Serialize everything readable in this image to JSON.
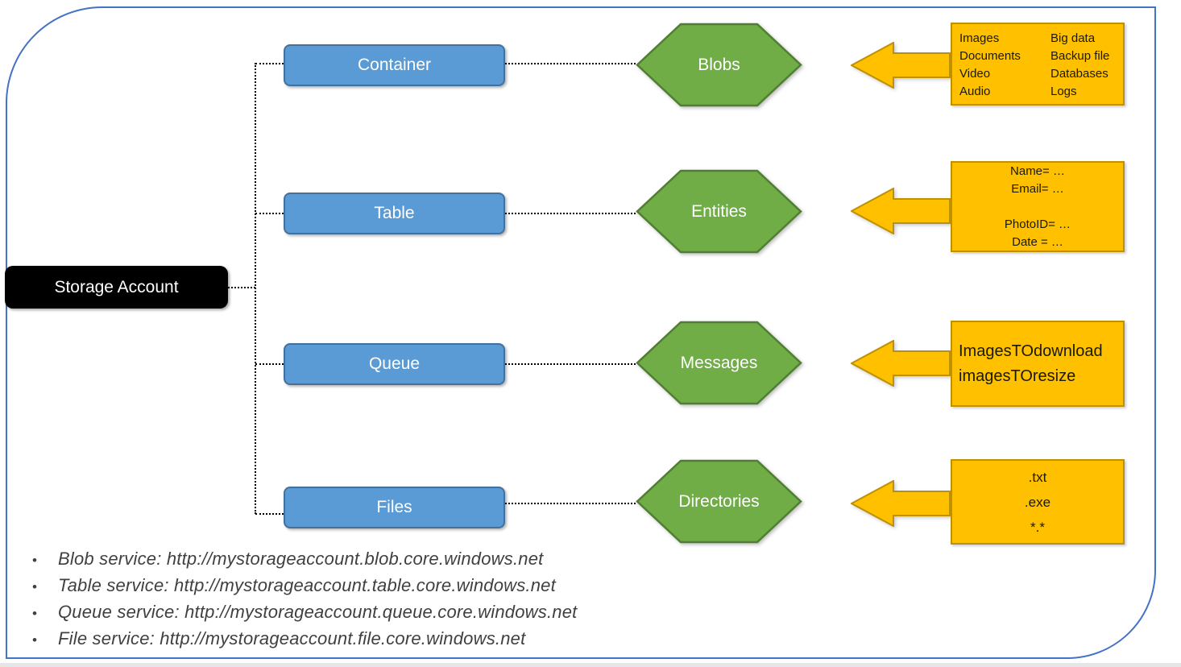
{
  "colors": {
    "frame_border": "#4472C4",
    "blue_fill": "#5B9BD5",
    "blue_border": "#41719C",
    "green_fill": "#70AD47",
    "green_border": "#507E32",
    "orange_fill": "#FFC000",
    "orange_border": "#BF9000",
    "black_fill": "#000000",
    "text_light": "#FFFFFF",
    "text_dark": "#1A1A00",
    "bullet_text": "#404040",
    "outside_strip": "#E6E6E6"
  },
  "root": {
    "label": "Storage Account"
  },
  "rows": [
    {
      "service": "Container",
      "item": "Blobs",
      "note": {
        "col1": [
          "Images",
          "Documents",
          "Video",
          "Audio"
        ],
        "col2": [
          "Big data",
          "Backup file",
          "Databases",
          "Logs"
        ]
      }
    },
    {
      "service": "Table",
      "item": "Entities",
      "note": {
        "lines": [
          "Name= …",
          "Email= …",
          "",
          "PhotoID= …",
          "Date = …"
        ]
      }
    },
    {
      "service": "Queue",
      "item": "Messages",
      "note": {
        "lines": [
          "ImagesTOdownload",
          "imagesTOresize"
        ]
      }
    },
    {
      "service": "Files",
      "item": "Directories",
      "note": {
        "lines": [
          ".txt",
          ".exe",
          "*.*"
        ]
      }
    }
  ],
  "footer": {
    "bullet_char": "•",
    "bullets": [
      "Blob service: http://mystorageaccount.blob.core.windows.net",
      "Table service: http://mystorageaccount.table.core.windows.net",
      "Queue service: http://mystorageaccount.queue.core.windows.net",
      "File service: http://mystorageaccount.file.core.windows.net"
    ]
  }
}
